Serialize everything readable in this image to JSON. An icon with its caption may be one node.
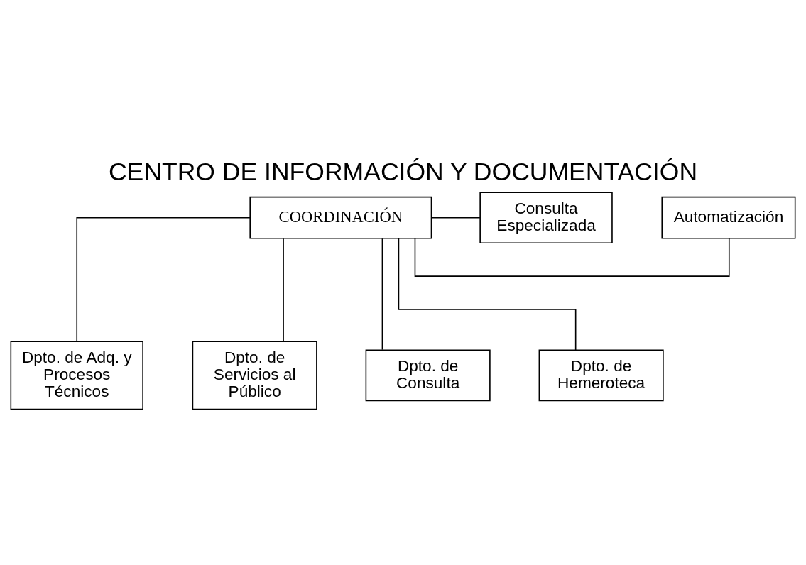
{
  "diagram": {
    "title": "CENTRO DE INFORMACIÓN Y DOCUMENTACIÓN",
    "nodes": [
      {
        "text": [
          "COORDINACIÓN"
        ]
      },
      {
        "text": [
          "Automatización"
        ]
      },
      {
        "text": [
          "Consulta Especializada"
        ]
      },
      {
        "text": [
          "Dpto. de Adq. y Procesos Técnicos"
        ]
      },
      {
        "text": [
          "Dpto. de Servicios al Público"
        ]
      },
      {
        "text": [
          "Dpto. de Consulta"
        ]
      },
      {
        "text": [
          "Dpto. de Hemeroteca"
        ]
      }
    ],
    "edges": [
      {
        "from": 0,
        "to": 1,
        "arrow": "none"
      },
      {
        "from": 0,
        "to": 2,
        "arrow": "none"
      },
      {
        "from": 0,
        "to": 3,
        "arrow": "none"
      },
      {
        "from": 0,
        "to": 4,
        "arrow": "none"
      },
      {
        "from": 0,
        "to": 5,
        "arrow": "none"
      },
      {
        "from": 0,
        "to": 6,
        "arrow": "none"
      }
    ]
  }
}
